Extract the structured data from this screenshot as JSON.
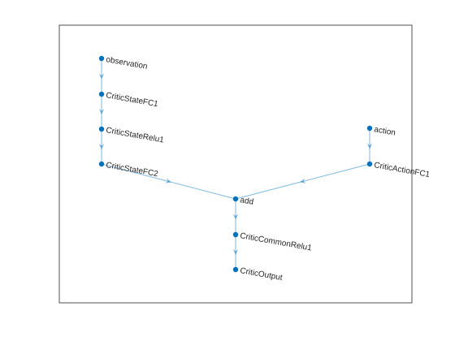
{
  "colors": {
    "node": "#0072bd",
    "edge": "#0072bd",
    "axes_border": "#262626",
    "label": "#262626",
    "background": "#ffffff"
  },
  "graph": {
    "nodes": [
      {
        "id": "observation",
        "label": "observation"
      },
      {
        "id": "critic_state_fc1",
        "label": "CriticStateFC1"
      },
      {
        "id": "critic_state_relu1",
        "label": "CriticStateRelu1"
      },
      {
        "id": "critic_state_fc2",
        "label": "CriticStateFC2"
      },
      {
        "id": "action",
        "label": "action"
      },
      {
        "id": "critic_action_fc1",
        "label": "CriticActionFC1"
      },
      {
        "id": "add",
        "label": "add"
      },
      {
        "id": "critic_common_relu1",
        "label": "CriticCommonRelu1"
      },
      {
        "id": "critic_output",
        "label": "CriticOutput"
      }
    ],
    "edges": [
      {
        "from": "observation",
        "to": "critic_state_fc1"
      },
      {
        "from": "critic_state_fc1",
        "to": "critic_state_relu1"
      },
      {
        "from": "critic_state_relu1",
        "to": "critic_state_fc2"
      },
      {
        "from": "critic_state_fc2",
        "to": "add"
      },
      {
        "from": "action",
        "to": "critic_action_fc1"
      },
      {
        "from": "critic_action_fc1",
        "to": "add"
      },
      {
        "from": "add",
        "to": "critic_common_relu1"
      },
      {
        "from": "critic_common_relu1",
        "to": "critic_output"
      }
    ]
  }
}
